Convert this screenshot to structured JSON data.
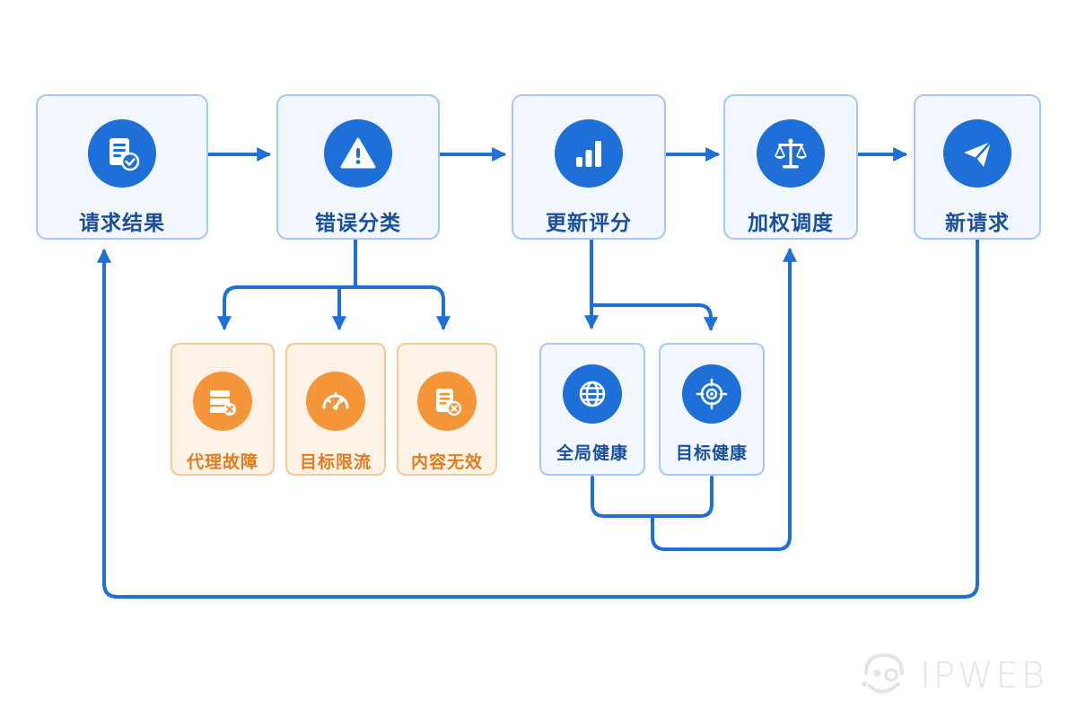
{
  "colors": {
    "primary_blue": "#1f6fd8",
    "label_blue": "#1a4f9c",
    "node_border": "#a9c8ef",
    "node_fill": "#f2f7fd",
    "orange": "#f5953a",
    "orange_label": "#e07d1f",
    "orange_border": "#f6c996",
    "orange_fill": "#fdf2e6"
  },
  "main_flow": [
    {
      "id": "request-result",
      "label": "请求结果",
      "icon": "document-check-icon"
    },
    {
      "id": "error-classify",
      "label": "错误分类",
      "icon": "warning-icon"
    },
    {
      "id": "update-score",
      "label": "更新评分",
      "icon": "bar-chart-icon"
    },
    {
      "id": "weighted-schedule",
      "label": "加权调度",
      "icon": "balance-scale-icon"
    },
    {
      "id": "new-request",
      "label": "新请求",
      "icon": "paper-plane-icon"
    }
  ],
  "error_types": [
    {
      "id": "proxy-failure",
      "label": "代理故障",
      "icon": "server-error-icon"
    },
    {
      "id": "target-rate-limit",
      "label": "目标限流",
      "icon": "speedometer-icon"
    },
    {
      "id": "invalid-content",
      "label": "内容无效",
      "icon": "document-error-icon"
    }
  ],
  "health_types": [
    {
      "id": "global-health",
      "label": "全局健康",
      "icon": "globe-icon"
    },
    {
      "id": "target-health",
      "label": "目标健康",
      "icon": "target-icon"
    }
  ],
  "watermark": {
    "text": "IPWEB",
    "icon": "ipweb-logo-icon"
  }
}
